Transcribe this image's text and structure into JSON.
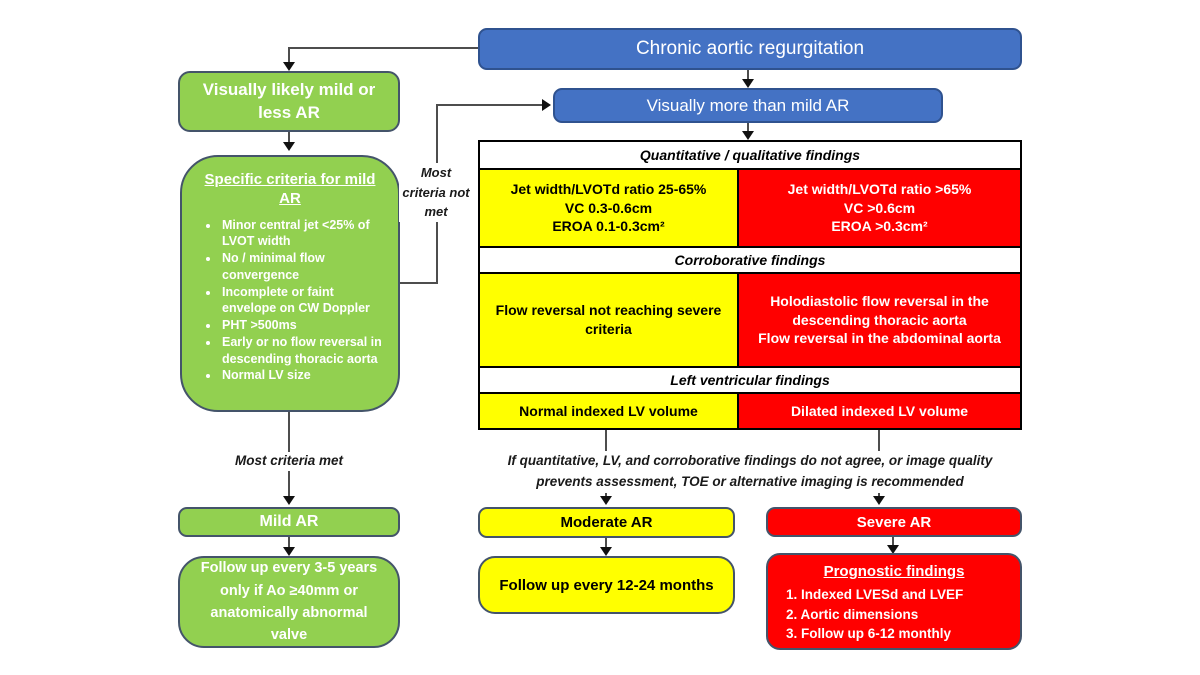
{
  "colors": {
    "blue_fill": "#4472C4",
    "blue_border": "#2F528F",
    "green_fill": "#92D050",
    "yellow_fill": "#FFFF00",
    "red_fill": "#FF0000",
    "box_border": "#44546A",
    "table_border": "#000000"
  },
  "top_box": {
    "label": "Chronic aortic regurgitation"
  },
  "visually_more_box": {
    "label": "Visually more than mild AR"
  },
  "left_path": {
    "visually_mild_box": "Visually likely mild or less AR",
    "criteria_box": {
      "title": "Specific criteria for mild AR",
      "items": [
        "Minor central jet <25% of LVOT width",
        "No / minimal flow convergence",
        "Incomplete or faint envelope on CW Doppler",
        "PHT >500ms",
        "Early or no flow reversal in descending thoracic aorta",
        "Normal LV size"
      ]
    },
    "most_criteria_met_label": "Most criteria met",
    "mild_ar_box": "Mild AR",
    "followup_box": "Follow up every 3-5 years only if Ao ≥40mm or anatomically abnormal valve"
  },
  "most_criteria_not_met_label": "Most criteria not met",
  "findings_table": {
    "sections": [
      {
        "header": "Quantitative / qualitative findings",
        "moderate": "Jet width/LVOTd ratio 25-65%\nVC 0.3-0.6cm\nEROA 0.1-0.3cm²",
        "severe": "Jet width/LVOTd ratio >65%\nVC >0.6cm\nEROA >0.3cm²"
      },
      {
        "header": "Corroborative findings",
        "moderate": "Flow reversal not reaching severe criteria",
        "severe": "Holodiastolic flow reversal in the descending thoracic aorta\nFlow reversal in the abdominal aorta"
      },
      {
        "header": "Left ventricular findings",
        "moderate": "Normal indexed LV volume",
        "severe": "Dilated indexed LV volume"
      }
    ]
  },
  "note": "If quantitative, LV, and corroborative findings do not agree, or image quality prevents assessment, TOE or alternative imaging is recommended",
  "moderate_path": {
    "moderate_ar_box": "Moderate AR",
    "followup_box": "Follow up every 12-24 months"
  },
  "severe_path": {
    "severe_ar_box": "Severe AR",
    "prognostic_box": {
      "title": "Prognostic findings",
      "items": [
        "1. Indexed LVESd and LVEF",
        "2. Aortic dimensions",
        "3. Follow up 6-12 monthly"
      ]
    }
  }
}
